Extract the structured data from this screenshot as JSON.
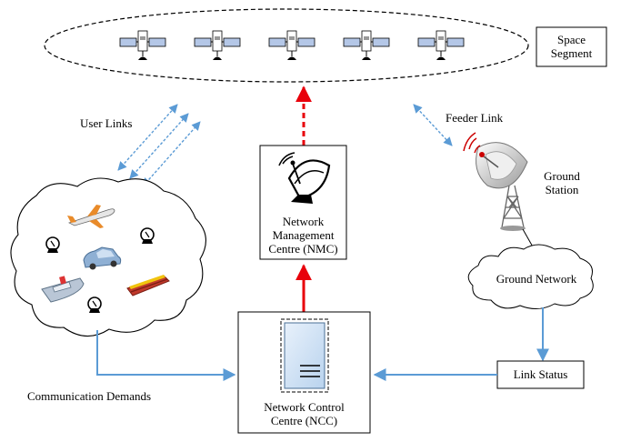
{
  "space_segment": {
    "label_line1": "Space",
    "label_line2": "Segment",
    "satellite_count": 5
  },
  "links": {
    "user_links": "User Links",
    "feeder_link": "Feeder Link"
  },
  "nmc": {
    "line1": "Network",
    "line2": "Management",
    "line3": "Centre (NMC)"
  },
  "ground_station": {
    "line1": "Ground",
    "line2": "Station"
  },
  "ground_network": "Ground Network",
  "link_status": "Link Status",
  "communication_demands": "Communication Demands",
  "ncc": {
    "line1": "Network Control",
    "line2": "Centre (NCC)"
  },
  "colors": {
    "control_arrow": "#e8000b",
    "flow_arrow": "#5b9bd5",
    "satellite_body": "#b4c7e7"
  }
}
